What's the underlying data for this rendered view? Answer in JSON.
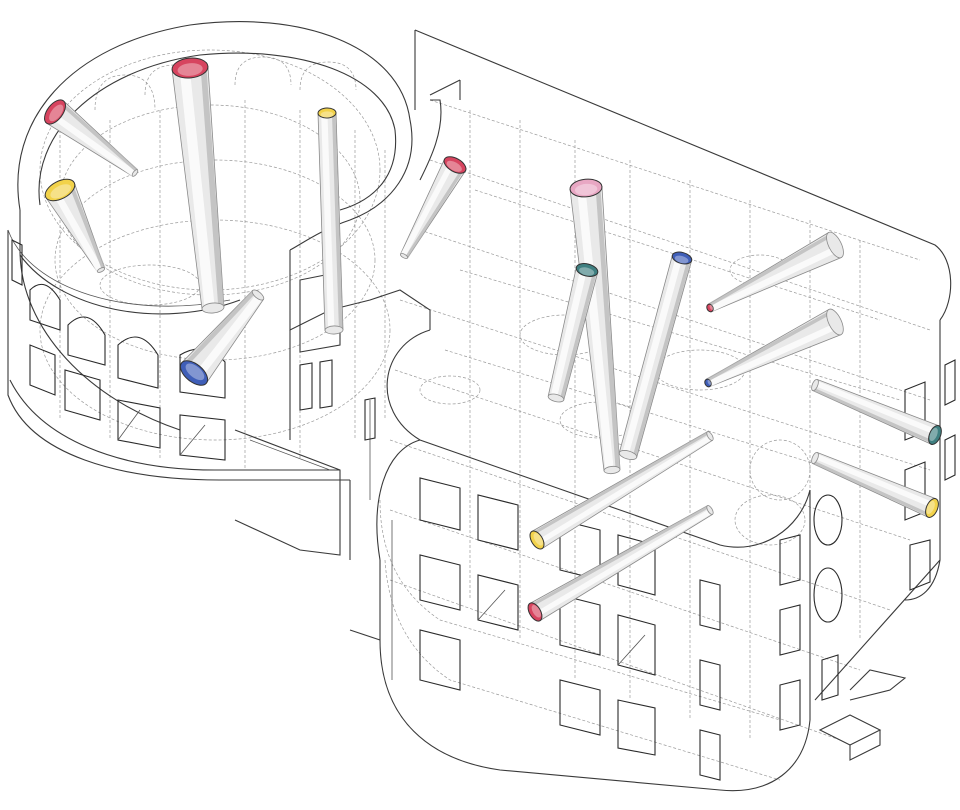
{
  "title": "",
  "colors": {
    "red": "#d7445f",
    "yellow": "#f2d24a",
    "blue": "#3f5eb8",
    "teal": "#3e7f80",
    "pink": "#e8a7c3",
    "line": "#3a3a3a",
    "hidden_line": "#9a9a9a",
    "tube_body": "#e9e9e9"
  },
  "tubes": [
    {
      "id": "round-wing-tube-1",
      "color": "red"
    },
    {
      "id": "round-wing-tube-2",
      "color": "yellow"
    },
    {
      "id": "round-wing-tube-3",
      "color": "blue"
    },
    {
      "id": "round-wing-tube-4",
      "color": "red"
    },
    {
      "id": "round-wing-tube-5",
      "color": "yellow"
    },
    {
      "id": "hinge-tube-1",
      "color": "red"
    },
    {
      "id": "main-wing-tube-1",
      "color": "pink"
    },
    {
      "id": "main-wing-tube-2",
      "color": "teal"
    },
    {
      "id": "main-wing-tube-3",
      "color": "blue"
    },
    {
      "id": "main-wing-tube-4",
      "color": "red"
    },
    {
      "id": "main-wing-tube-5",
      "color": "blue"
    },
    {
      "id": "main-wing-tube-6",
      "color": "yellow"
    },
    {
      "id": "main-wing-tube-7",
      "color": "red"
    },
    {
      "id": "main-wing-tube-8",
      "color": "teal"
    },
    {
      "id": "main-wing-tube-9",
      "color": "yellow"
    }
  ]
}
